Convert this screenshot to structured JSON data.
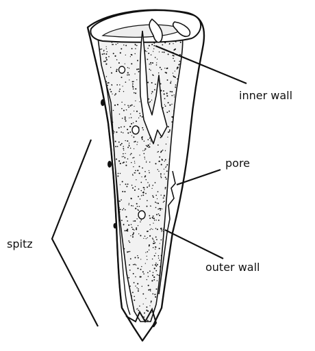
{
  "labels": {
    "inner_wall": "inner wall",
    "pore": "pore",
    "spitz": "spitz",
    "outer_wall": "outer wall"
  },
  "colors": {
    "ink": "#111111",
    "paper": "#ffffff"
  }
}
